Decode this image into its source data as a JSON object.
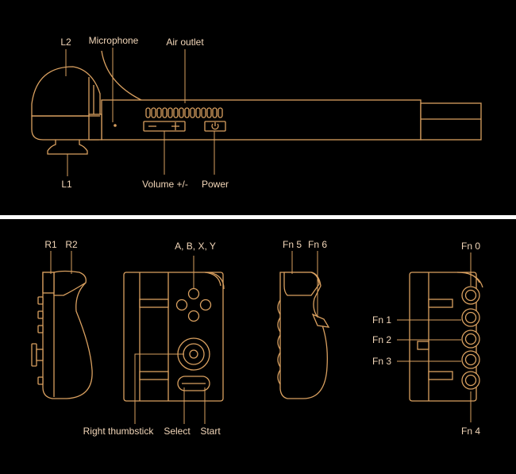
{
  "colors": {
    "background": "#000000",
    "outline": "#d9a060",
    "label": "#f2d6b8",
    "divider": "#ffffff"
  },
  "top_view": {
    "labels": {
      "l2": "L2",
      "microphone": "Microphone",
      "air_outlet": "Air outlet",
      "l1": "L1",
      "volume": "Volume +/-",
      "power": "Power"
    },
    "vent_slots": 14
  },
  "bottom_views": {
    "side_right": {
      "r1": "R1",
      "r2": "R2"
    },
    "front": {
      "abxy": "A, B, X, Y",
      "right_thumbstick": "Right thumbstick",
      "select": "Select",
      "start": "Start"
    },
    "side_back": {
      "fn5": "Fn 5",
      "fn6": "Fn 6"
    },
    "back": {
      "fn0": "Fn 0",
      "fn1": "Fn 1",
      "fn2": "Fn 2",
      "fn3": "Fn 3",
      "fn4": "Fn 4"
    }
  }
}
